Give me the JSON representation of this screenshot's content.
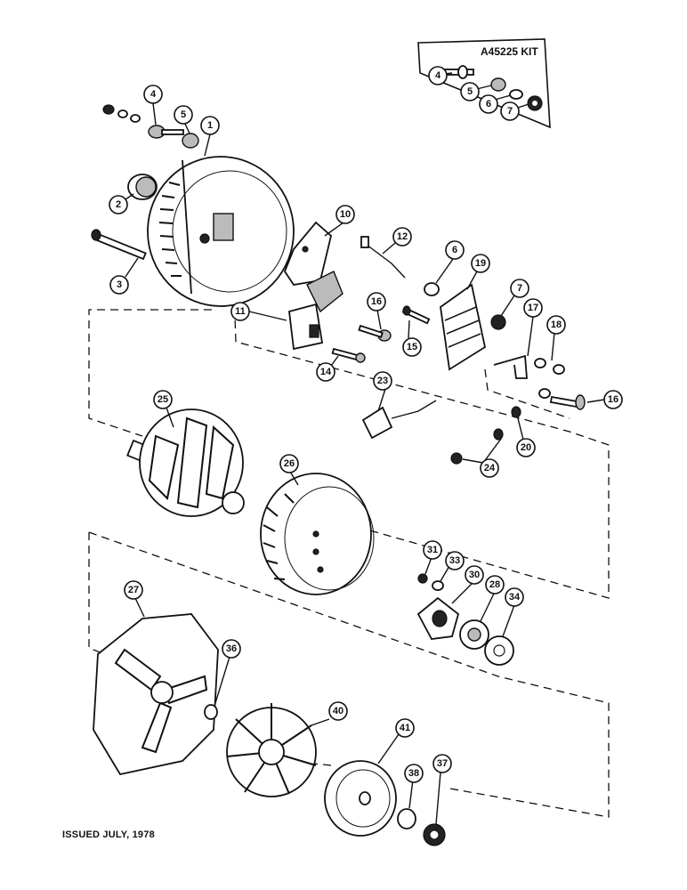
{
  "kit_label": "A45225 KIT",
  "footer_text": "ISSUED JULY, 1978",
  "callouts": {
    "kit_4": "4",
    "kit_5": "5",
    "kit_6": "6",
    "kit_7": "7",
    "c4": "4",
    "c5": "5",
    "c1": "1",
    "c2": "2",
    "c3": "3",
    "c10": "10",
    "c12": "12",
    "c6": "6",
    "c19": "19",
    "c7": "7",
    "c11": "11",
    "c16a": "16",
    "c15": "15",
    "c17": "17",
    "c18": "18",
    "c14": "14",
    "c23": "23",
    "c16b": "16",
    "c20": "20",
    "c24": "24",
    "c25": "25",
    "c26": "26",
    "c31": "31",
    "c33": "33",
    "c30": "30",
    "c28": "28",
    "c34": "34",
    "c27": "27",
    "c36": "36",
    "c40": "40",
    "c41": "41",
    "c38": "38",
    "c37": "37"
  }
}
